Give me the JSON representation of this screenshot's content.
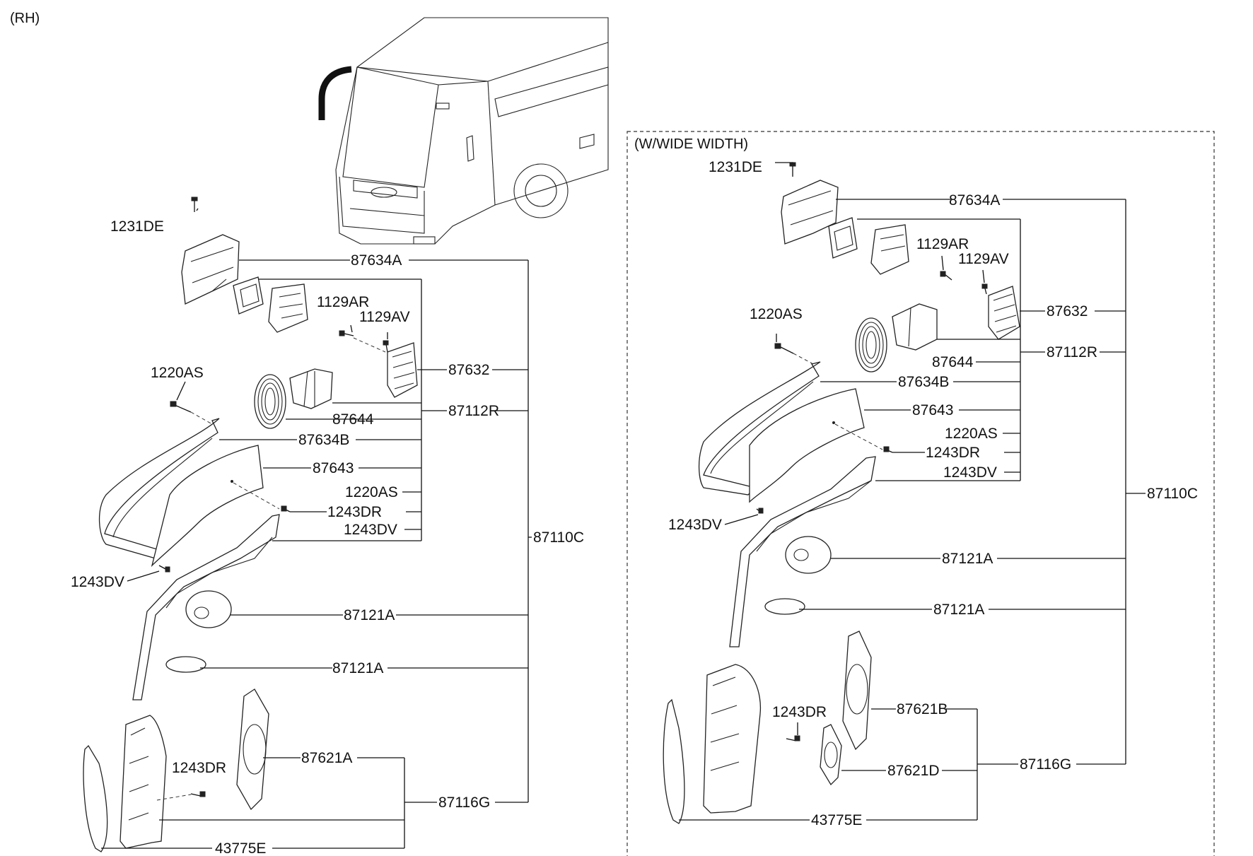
{
  "side_label": "(RH)",
  "wide_box_title": "(W/WIDE WIDTH)",
  "left": {
    "p1231DE": "1231DE",
    "p87634A": "87634A",
    "p1129AR": "1129AR",
    "p1129AV": "1129AV",
    "p87632": "87632",
    "p1220AS_a": "1220AS",
    "p87112R": "87112R",
    "p87644": "87644",
    "p87634B": "87634B",
    "p87643": "87643",
    "p1220AS_b": "1220AS",
    "p1243DR_a": "1243DR",
    "p1243DV_a": "1243DV",
    "p87110C": "87110C",
    "p1243DV_b": "1243DV",
    "p87121A_a": "87121A",
    "p87121A_b": "87121A",
    "p1243DR_b": "1243DR",
    "p87621A": "87621A",
    "p87116G": "87116G",
    "p43775E": "43775E"
  },
  "right": {
    "p1231DE": "1231DE",
    "p87634A": "87634A",
    "p1129AR": "1129AR",
    "p1129AV": "1129AV",
    "p1220AS_a": "1220AS",
    "p87632": "87632",
    "p87112R": "87112R",
    "p87644": "87644",
    "p87634B": "87634B",
    "p87643": "87643",
    "p1220AS_b": "1220AS",
    "p1243DR_a": "1243DR",
    "p1243DV_a": "1243DV",
    "p87110C": "87110C",
    "p1243DV_b": "1243DV",
    "p87121A_a": "87121A",
    "p87121A_b": "87121A",
    "p1243DR_b": "1243DR",
    "p87621B": "87621B",
    "p87621D": "87621D",
    "p87116G": "87116G",
    "p43775E": "43775E"
  }
}
